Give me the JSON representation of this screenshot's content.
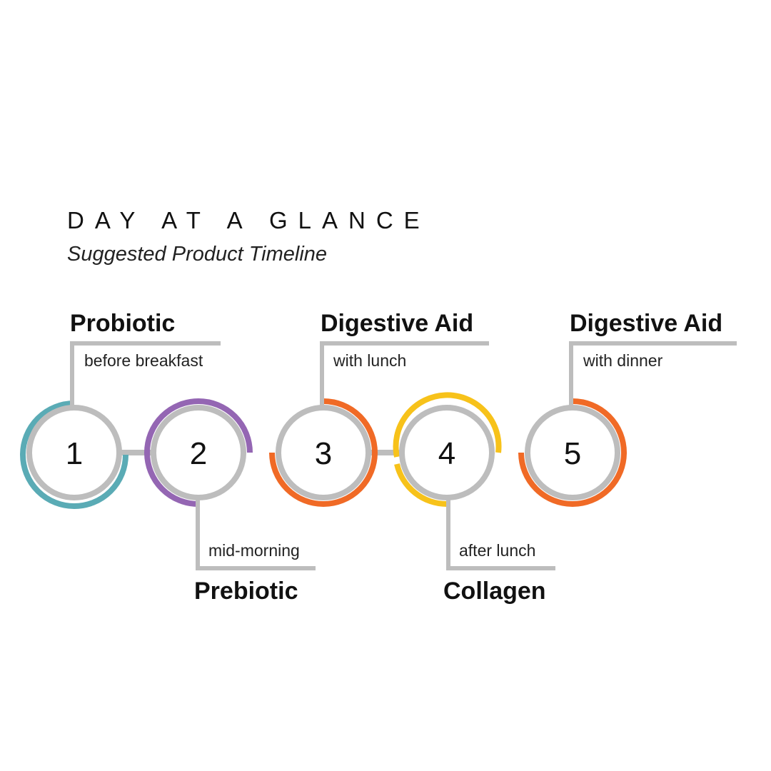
{
  "header": {
    "title": "DAY AT A GLANCE",
    "subtitle": "Suggested Product Timeline"
  },
  "colors": {
    "connector": "#bdbdbd",
    "teal": "#5aabb5",
    "purple": "#9466b3",
    "orange": "#f06a26",
    "yellow": "#f7c21a"
  },
  "steps": [
    {
      "number": "1",
      "product": "Probiotic",
      "timing": "before breakfast",
      "accent": "#5aabb5"
    },
    {
      "number": "2",
      "product": "Prebiotic",
      "timing": "mid-morning",
      "accent": "#9466b3"
    },
    {
      "number": "3",
      "product": "Digestive Aid",
      "timing": "with lunch",
      "accent": "#f06a26"
    },
    {
      "number": "4",
      "product": "Collagen",
      "timing": "after lunch",
      "accent": "#f7c21a"
    },
    {
      "number": "5",
      "product": "Digestive Aid",
      "timing": "with dinner",
      "accent": "#f06a26"
    }
  ]
}
